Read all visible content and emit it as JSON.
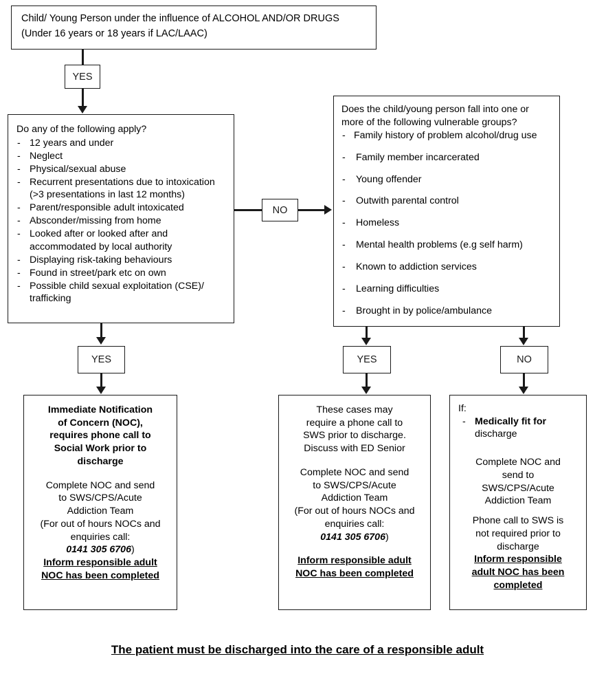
{
  "title": "Child/Young Person under the influence of alcohol and/or drugs pathway",
  "colors": {
    "line": "#1a1a1a",
    "background": "#ffffff",
    "text": "#000000"
  },
  "top_box": {
    "line1": "Child/ Young Person under the influence of ALCOHOL AND/OR DRUGS",
    "line2": "(Under 16 years or 18 years if LAC/LAAC)"
  },
  "labels": {
    "yes_1": "YES",
    "yes_2": "YES",
    "yes_3": "YES",
    "no_mid": "NO",
    "no_3": "NO"
  },
  "left_box": {
    "question": "Do any of the following apply?",
    "items": [
      "12 years and under",
      "Neglect",
      "Physical/sexual abuse",
      "Recurrent presentations due to intoxication (>3 presentations in last 12 months)",
      "Parent/responsible adult intoxicated",
      "Absconder/missing from home",
      "Looked after or looked after and accommodated by local authority",
      "Displaying risk-taking behaviours",
      "Found in street/park etc on own",
      "Possible child sexual exploitation (CSE)/ trafficking"
    ]
  },
  "right_box": {
    "question": "Does the child/young person fall into one or more of the following vulnerable groups?",
    "items": [
      "Family history of problem alcohol/drug use",
      "Family member incarcerated",
      "Young offender",
      "Outwith parental control",
      "Homeless",
      "Mental health problems (e.g self harm)",
      "Known to addiction services",
      "Learning difficulties",
      "Brought in by police/ambulance"
    ]
  },
  "outcome_left": {
    "heading_l1": "Immediate Notification",
    "heading_l2": "of Concern (NOC),",
    "heading_l3": "requires phone call to",
    "heading_l4": "Social Work prior to",
    "heading_l5": "discharge",
    "body_l1": "Complete NOC and send",
    "body_l2": "to SWS/CPS/Acute",
    "body_l3": "Addiction Team",
    "body_l4": "(For out of hours NOCs and",
    "body_l5": "enquiries call:",
    "phone": "0141 305 6706",
    "phone_close": ")",
    "footer_l1": "Inform responsible adult",
    "footer_l2": "NOC has been completed"
  },
  "outcome_mid": {
    "body_l1": "These cases may",
    "body_l2": "require a phone call to",
    "body_l3": "SWS prior to discharge.",
    "body_l4": "Discuss with ED Senior",
    "body_l5": "Complete NOC and send",
    "body_l6": "to SWS/CPS/Acute",
    "body_l7": "Addiction Team",
    "body_l8": "(For out of hours NOCs and",
    "body_l9": "enquiries call:",
    "phone": "0141 305 6706",
    "phone_close": ")",
    "footer_l1": "Inform responsible adult",
    "footer_l2": "NOC has been completed"
  },
  "outcome_right": {
    "if_label": "If:",
    "fit_bold": "Medically fit for",
    "fit_rest": "discharge",
    "body_l1": "Complete NOC and",
    "body_l2": "send to",
    "body_l3": "SWS/CPS/Acute",
    "body_l4": "Addiction Team",
    "body_l5": "Phone call to SWS is",
    "body_l6": "not required prior to",
    "body_l7": "discharge",
    "footer_l1": "Inform responsible",
    "footer_l2": "adult NOC has been",
    "footer_l3": "completed"
  },
  "footer": {
    "text": "The patient must be discharged into the care of a responsible adult"
  }
}
